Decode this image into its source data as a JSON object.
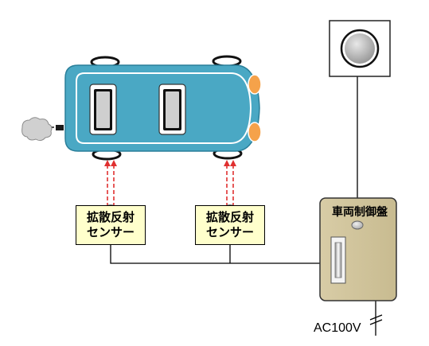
{
  "sensors": [
    {
      "line1": "拡散反射",
      "line2": "センサー"
    },
    {
      "line1": "拡散反射",
      "line2": "センサー"
    }
  ],
  "control_panel": {
    "title": "車両制御盤"
  },
  "power": {
    "label": "AC100V"
  },
  "colors": {
    "car_body": "#4aa8c4",
    "car_trim": "#ffffff",
    "window": "#cfcfcf",
    "headlight": "#f5a24a",
    "sensor_fill": "#ffffcc",
    "beam": "#e03030",
    "panel_fill": "#d4c8a0",
    "switch_housing": "#f4f4f4",
    "indicator_lamp": "#c0c0c0"
  }
}
